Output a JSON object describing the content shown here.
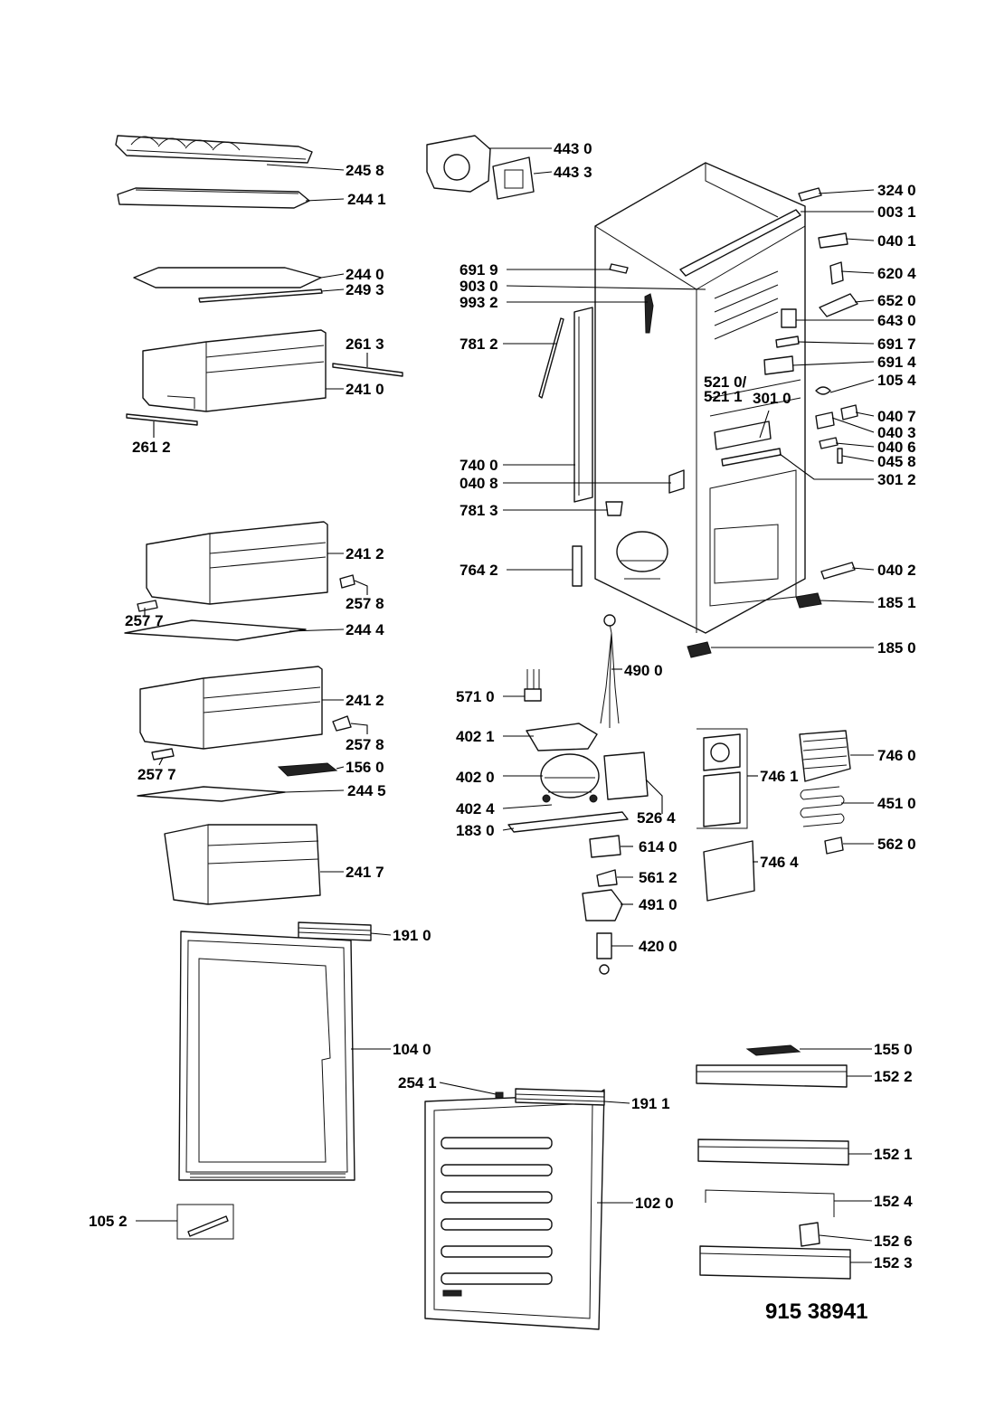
{
  "document_number": "915 38941",
  "parts": {
    "p2458": "245 8",
    "p2441": "244 1",
    "p2440": "244 0",
    "p2493": "249 3",
    "p2613": "261 3",
    "p2410": "241 0",
    "p2612": "261 2",
    "p2412a": "241 2",
    "p2578a": "257 8",
    "p2577a": "257 7",
    "p2444": "244 4",
    "p2412b": "241 2",
    "p2578b": "257 8",
    "p2577b": "257 7",
    "p1560": "156 0",
    "p2445": "244 5",
    "p2417": "241 7",
    "p1910": "191 0",
    "p1040": "104 0",
    "p1052": "105 2",
    "p2541": "254 1",
    "p1911": "191 1",
    "p1020": "102 0",
    "p4430": "443 0",
    "p4433": "443 3",
    "p6919": "691 9",
    "p9030": "903 0",
    "p9932": "993 2",
    "p7812": "781 2",
    "p7400": "740 0",
    "p0408": "040 8",
    "p7813": "781 3",
    "p7642": "764 2",
    "p4900": "490 0",
    "p5710": "571 0",
    "p4021": "402 1",
    "p4020": "402 0",
    "p4024": "402 4",
    "p1830": "183 0",
    "p5264": "526 4",
    "p6140": "614 0",
    "p5612": "561 2",
    "p4910": "491 0",
    "p4200": "420 0",
    "p5210": "521 0/",
    "p5211": "521 1",
    "p3010": "301 0",
    "p3240": "324 0",
    "p0031": "003 1",
    "p0401": "040 1",
    "p6204": "620 4",
    "p6520": "652 0",
    "p6430": "643 0",
    "p6917": "691 7",
    "p6914": "691 4",
    "p1054": "105 4",
    "p0407": "040 7",
    "p0403": "040 3",
    "p0406": "040 6",
    "p0458": "045 8",
    "p3012": "301 2",
    "p0402": "040 2",
    "p1851": "185 1",
    "p1850": "185 0",
    "p7461": "746 1",
    "p7460": "746 0",
    "p4510": "451 0",
    "p5620": "562 0",
    "p7464": "746 4",
    "p1550": "155 0",
    "p1522": "152 2",
    "p1521": "152 1",
    "p1524": "152 4",
    "p1526": "152 6",
    "p1523": "152 3"
  }
}
